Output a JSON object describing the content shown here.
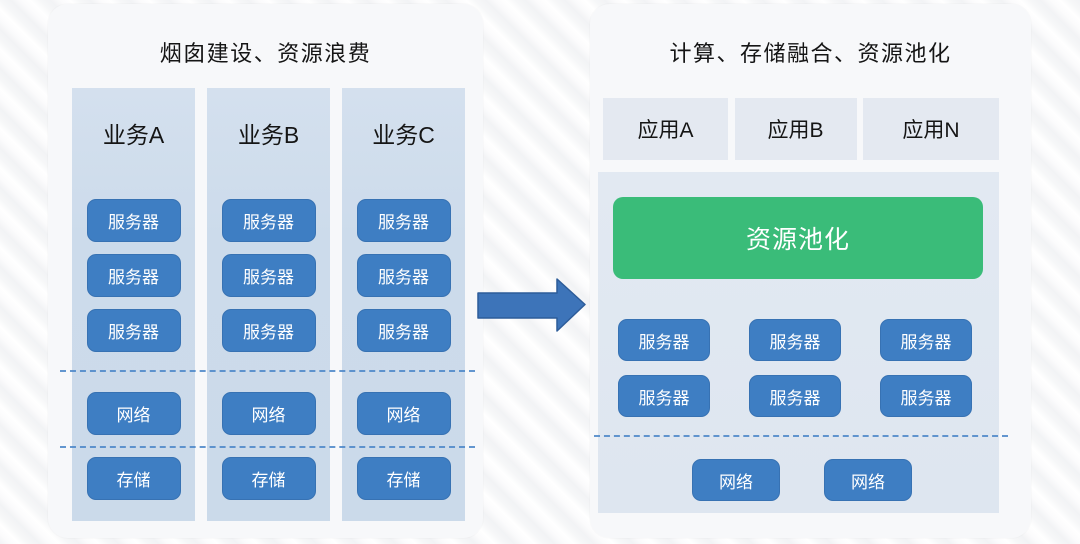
{
  "left_panel": {
    "title": "烟囱建设、资源浪费",
    "columns": [
      {
        "label": "业务A",
        "servers": [
          "服务器",
          "服务器",
          "服务器"
        ],
        "network": "网络",
        "storage": "存储"
      },
      {
        "label": "业务B",
        "servers": [
          "服务器",
          "服务器",
          "服务器"
        ],
        "network": "网络",
        "storage": "存储"
      },
      {
        "label": "业务C",
        "servers": [
          "服务器",
          "服务器",
          "服务器"
        ],
        "network": "网络",
        "storage": "存储"
      }
    ]
  },
  "right_panel": {
    "title": "计算、存储融合、资源池化",
    "apps": [
      {
        "label": "应用A"
      },
      {
        "label": "应用B"
      },
      {
        "label": "应用N"
      }
    ],
    "pool": {
      "label": "资源池化",
      "servers": [
        "服务器",
        "服务器",
        "服务器",
        "服务器",
        "服务器",
        "服务器"
      ],
      "networks": [
        "网络",
        "网络"
      ]
    }
  },
  "colors": {
    "box_blue": "#3e7ec3",
    "box_blue_border": "#3772b3",
    "pool_green": "#3abc79",
    "column_bg": "#ccdbeb",
    "pool_panel_bg": "#dfe7f0",
    "app_bg": "#e4e9f1",
    "dashed_line": "#4a86c8",
    "arrow_blue": "#3d74b9"
  }
}
